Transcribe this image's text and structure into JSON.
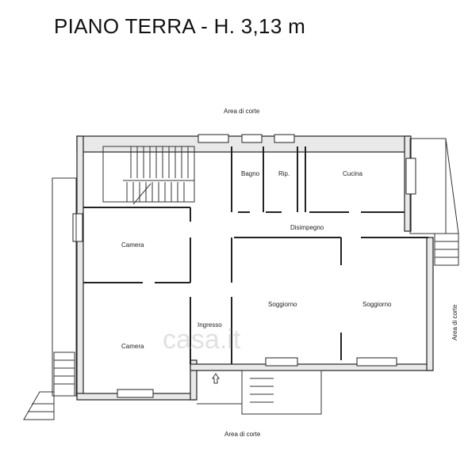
{
  "title": "PIANO TERRA - H. 3,13 m",
  "labels": {
    "area_top": "Area di corte",
    "area_bottom": "Area di corte",
    "area_right": "Area di corte",
    "bagno": "Bagno",
    "rip": "Rip.",
    "cucina": "Cucina",
    "disimpegno": "Disimpegno",
    "camera_1": "Camera",
    "camera_2": "Camera",
    "soggiorno_1": "Soggiorno",
    "soggiorno_2": "Soggiorno",
    "ingresso": "Ingresso"
  },
  "watermark": "casa.it"
}
